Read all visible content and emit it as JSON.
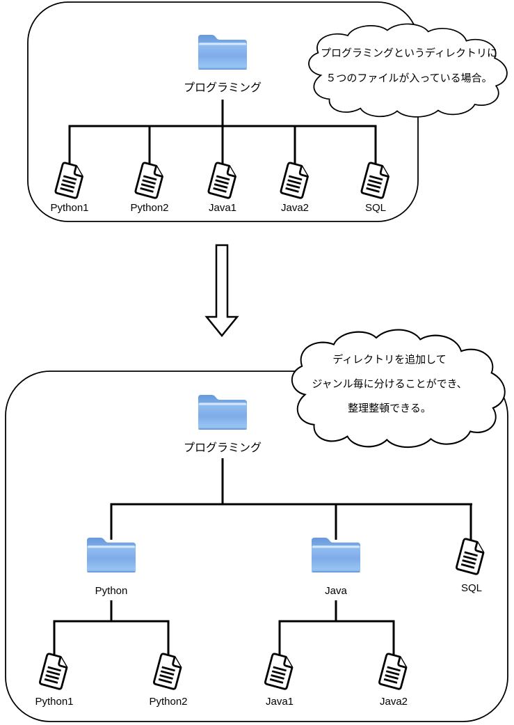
{
  "colors": {
    "folder_blue": "#7FACE9",
    "line_black": "#000000",
    "background": "#FFFFFF"
  },
  "before": {
    "root_folder_label": "プログラミング",
    "file_labels": [
      "Python1",
      "Python2",
      "Java1",
      "Java2",
      "SQL"
    ],
    "callout": {
      "lines": [
        "プログラミングというディレクトリに",
        "５つのファイルが入っている場合。"
      ]
    }
  },
  "after": {
    "root_folder_label": "プログラミング",
    "callout": {
      "lines": [
        "ディレクトリを追加して",
        "ジャンル毎に分けることができ、",
        "整理整頓できる。"
      ]
    },
    "folders": [
      {
        "label": "Python"
      },
      {
        "label": "Java"
      }
    ],
    "root_file_label": "SQL",
    "python_file_labels": [
      "Python1",
      "Python2"
    ],
    "java_file_labels": [
      "Java1",
      "Java2"
    ]
  }
}
